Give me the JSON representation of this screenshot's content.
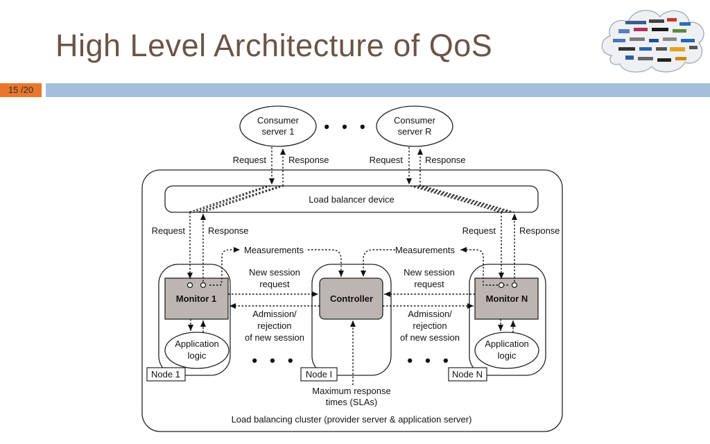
{
  "slide": {
    "title": "High Level Architecture of QoS",
    "page": "15 /20"
  },
  "colors": {
    "title": "#6b5447",
    "page_badge": "#e8772d",
    "header_bar": "#a3bfd9",
    "monitor_fill": "#bdb5b1"
  },
  "logo": {
    "icon": "vendor-logos-cloud"
  },
  "diagram": {
    "consumer_1": [
      "Consumer",
      "server 1"
    ],
    "consumer_r": [
      "Consumer",
      "server R"
    ],
    "dots": "• • •",
    "request": "Request",
    "response": "Response",
    "load_balancer": "Load balancer device",
    "measurements": "Measurements",
    "new_session": [
      "New session",
      "request"
    ],
    "admission": [
      "Admission/",
      "rejection",
      "of new session"
    ],
    "monitor_1": "Monitor 1",
    "monitor_n": "Monitor N",
    "controller": "Controller",
    "app_logic": [
      "Application",
      "logic"
    ],
    "node_1": "Node 1",
    "node_i": "Node I",
    "node_n": "Node N",
    "max_response": [
      "Maximum response",
      "times (SLAs)"
    ],
    "cluster": "Load balancing cluster (provider server & application server)"
  }
}
